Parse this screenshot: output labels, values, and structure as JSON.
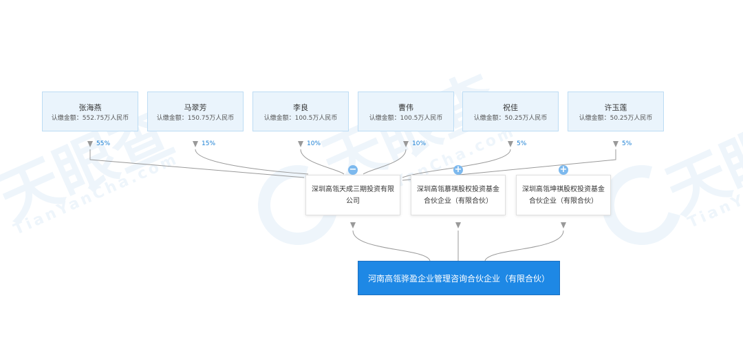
{
  "watermark": {
    "big": "天眼查",
    "small": "TianYanCha.com"
  },
  "shareholders": [
    {
      "name": "张海燕",
      "amount": "认缴金额：552.75万人民币",
      "percent": "55%"
    },
    {
      "name": "马翠芳",
      "amount": "认缴金额：150.75万人民币",
      "percent": "15%"
    },
    {
      "name": "李良",
      "amount": "认缴金额：100.5万人民币",
      "percent": "10%"
    },
    {
      "name": "曹伟",
      "amount": "认缴金额：100.5万人民币",
      "percent": "10%"
    },
    {
      "name": "祝佳",
      "amount": "认缴金额：50.25万人民币",
      "percent": "5%"
    },
    {
      "name": "许玉莲",
      "amount": "认缴金额：50.25万人民币",
      "percent": "5%"
    }
  ],
  "intermediates": [
    {
      "name": "深圳高瓴天成三期投资有限公司",
      "toggle": "−"
    },
    {
      "name": "深圳高瓴慕祺股权投资基金合伙企业（有限合伙）",
      "toggle": "+"
    },
    {
      "name": "深圳高瓴坤祺股权投资基金合伙企业（有限合伙）",
      "toggle": "+"
    }
  ],
  "target": {
    "name": "河南高瓴骅盈企业管理咨询合伙企业（有限合伙）"
  },
  "colors": {
    "accent": "#1e88e5",
    "edge": "#999999",
    "percent": "#1a7fd4",
    "shareholder_bg": "#eaf4fc"
  }
}
